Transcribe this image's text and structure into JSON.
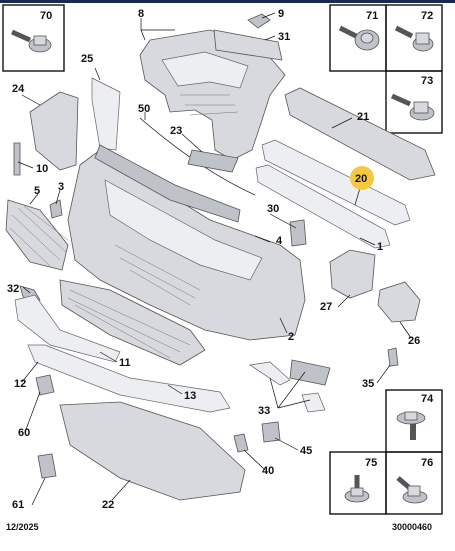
{
  "parts": [
    {
      "id": "p1",
      "label": "1"
    },
    {
      "id": "p2",
      "label": "2"
    },
    {
      "id": "p3",
      "label": "3"
    },
    {
      "id": "p4",
      "label": "4"
    },
    {
      "id": "p5",
      "label": "5"
    },
    {
      "id": "p8",
      "label": "8"
    },
    {
      "id": "p9",
      "label": "9"
    },
    {
      "id": "p10",
      "label": "10"
    },
    {
      "id": "p11",
      "label": "11"
    },
    {
      "id": "p12",
      "label": "12"
    },
    {
      "id": "p13",
      "label": "13"
    },
    {
      "id": "p20",
      "label": "20"
    },
    {
      "id": "p21",
      "label": "21"
    },
    {
      "id": "p22",
      "label": "22"
    },
    {
      "id": "p23",
      "label": "23"
    },
    {
      "id": "p24",
      "label": "24"
    },
    {
      "id": "p25",
      "label": "25"
    },
    {
      "id": "p26",
      "label": "26"
    },
    {
      "id": "p27",
      "label": "27"
    },
    {
      "id": "p30",
      "label": "30"
    },
    {
      "id": "p31",
      "label": "31"
    },
    {
      "id": "p32",
      "label": "32"
    },
    {
      "id": "p33",
      "label": "33"
    },
    {
      "id": "p35",
      "label": "35"
    },
    {
      "id": "p40",
      "label": "40"
    },
    {
      "id": "p45",
      "label": "45"
    },
    {
      "id": "p50",
      "label": "50"
    },
    {
      "id": "p60",
      "label": "60"
    },
    {
      "id": "p61",
      "label": "61"
    },
    {
      "id": "p70",
      "label": "70"
    },
    {
      "id": "p71",
      "label": "71"
    },
    {
      "id": "p72",
      "label": "72"
    },
    {
      "id": "p73",
      "label": "73"
    },
    {
      "id": "p74",
      "label": "74"
    },
    {
      "id": "p75",
      "label": "75"
    },
    {
      "id": "p76",
      "label": "76"
    }
  ],
  "highlight": {
    "label": "20",
    "color": "#f5c842"
  },
  "footer": {
    "date": "12/2025",
    "code": "30000460"
  },
  "colors": {
    "line": "#111111",
    "part_fill": "#d7d9de",
    "header_bar": "#1a2a4a"
  }
}
